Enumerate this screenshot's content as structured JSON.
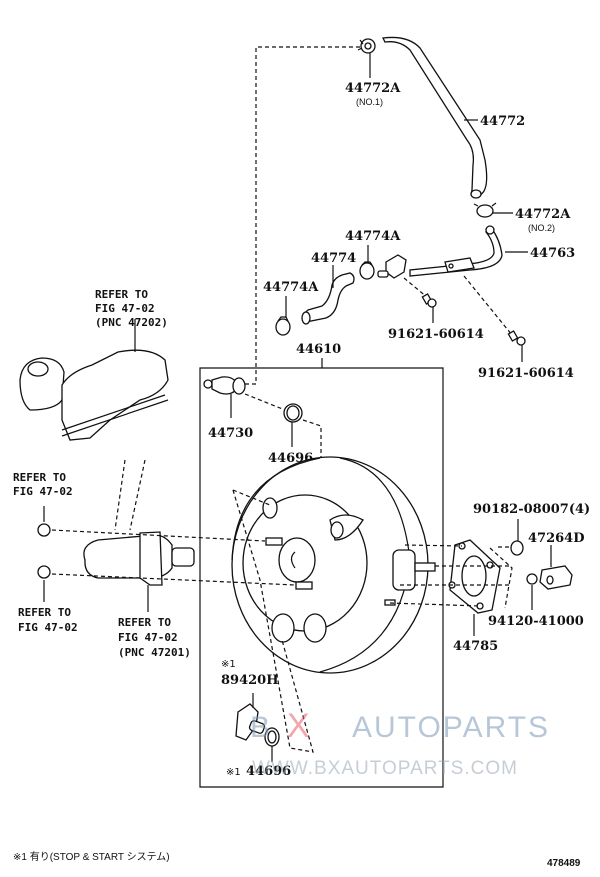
{
  "diagram": {
    "title_code": "478489",
    "footnote": "※1 有り(STOP & START システム)",
    "group_box_label": "44610",
    "labels": {
      "clamp_no1": {
        "part": "44772A",
        "note": "(NO.1)"
      },
      "hose_upper": {
        "part": "44772"
      },
      "clamp_no2": {
        "part": "44772A",
        "note": "(NO.2)"
      },
      "pipe": {
        "part": "44763"
      },
      "clamp_mid": {
        "part": "44774A"
      },
      "hose_lower": {
        "part": "44774"
      },
      "clamp_left": {
        "part": "44774A"
      },
      "bolt_1": {
        "part": "91621-60614"
      },
      "bolt_2": {
        "part": "91621-60614"
      },
      "check_valve": {
        "part": "44730"
      },
      "grommet": {
        "part": "44696"
      },
      "nut": {
        "part": "90182-08007(4)"
      },
      "clevis": {
        "part": "47264D"
      },
      "pin": {
        "part": "94120-41000"
      },
      "gasket": {
        "part": "44785"
      },
      "sensor": {
        "part": "89420H",
        "mark": "※1"
      },
      "sensor_grommet": {
        "part": "44696",
        "mark": "※1"
      }
    },
    "references": {
      "reservoir": [
        "REFER TO",
        "FIG 47-02",
        "(PNC 47202)"
      ],
      "nut_upper": [
        "REFER TO",
        "FIG 47-02"
      ],
      "nut_lower": [
        "REFER TO",
        "FIG 47-02"
      ],
      "master_cylinder": [
        "REFER TO",
        "FIG 47-02",
        "(PNC 47201)"
      ]
    },
    "watermark": {
      "brand": "BXAUTOPARTS",
      "brand_b": "B",
      "brand_x": "X",
      "brand_rest": "AUTOPARTS",
      "url": "WWW.BXAUTOPARTS.COM",
      "accent_color": "#e8606a"
    }
  }
}
